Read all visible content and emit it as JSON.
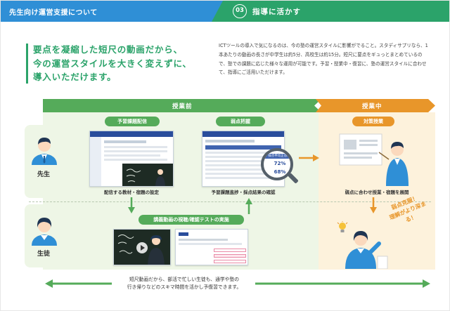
{
  "header": {
    "left_title": "先生向け運営支援について",
    "section_number": "03",
    "section_title": "指導に活かす"
  },
  "intro": {
    "catch_lines": [
      "要点を凝縮した短尺の動画だから、",
      "今の運営スタイルを大きく変えずに、",
      "導入いただけます。"
    ],
    "description": "ICTツールの導入で気になるのは、今の塾の運営スタイルに影響がでること。スタディサプリなら、1本あたりの動画の長さが中学生は約5分、高校生は約15分。短尺に要点をギュっとまとめているので、塾での課題に応じた様々な運用が可能です。予習・授業中・復習に、塾の運営スタイルに合わせて、指導にご活用いただけます。"
  },
  "phases": {
    "before": "授業前",
    "during": "授業中"
  },
  "roles": {
    "teacher": "先生",
    "student": "生徒"
  },
  "steps": {
    "prep": {
      "label": "予習課題配信",
      "caption": "配信する教材・宿題の設定"
    },
    "weak": {
      "label": "弱点把握",
      "caption": "予習課題進捗・採点結果の確認"
    },
    "measure": {
      "label": "対策授業",
      "caption": "弱点に合わせ授業・宿題を展開"
    },
    "watch": {
      "label": "講義動画の視聴/確認テストの実施"
    }
  },
  "screen_texts": {
    "magnifier_title": "採点平均正答率",
    "magnifier_v1": "72%",
    "magnifier_v2": "68%"
  },
  "exclaim_lines": [
    "弱点克服！",
    "理解がより深まる！"
  ],
  "bottom_note_lines": [
    "短尺動画だから、部活で忙しい生徒も、通学や塾の",
    "行き帰りなどのスキマ時間を活かし予復習できます。"
  ],
  "colors": {
    "blue": "#2f8fd6",
    "green": "#2ba36a",
    "band_green": "#55ab5a",
    "orange": "#e8962a"
  },
  "icons": [
    "teacher-icon",
    "student-icon",
    "magnifier-icon",
    "play-icon",
    "lightbulb-icon",
    "arrow-right-icon",
    "arrow-down-icon",
    "arrow-up-icon"
  ]
}
